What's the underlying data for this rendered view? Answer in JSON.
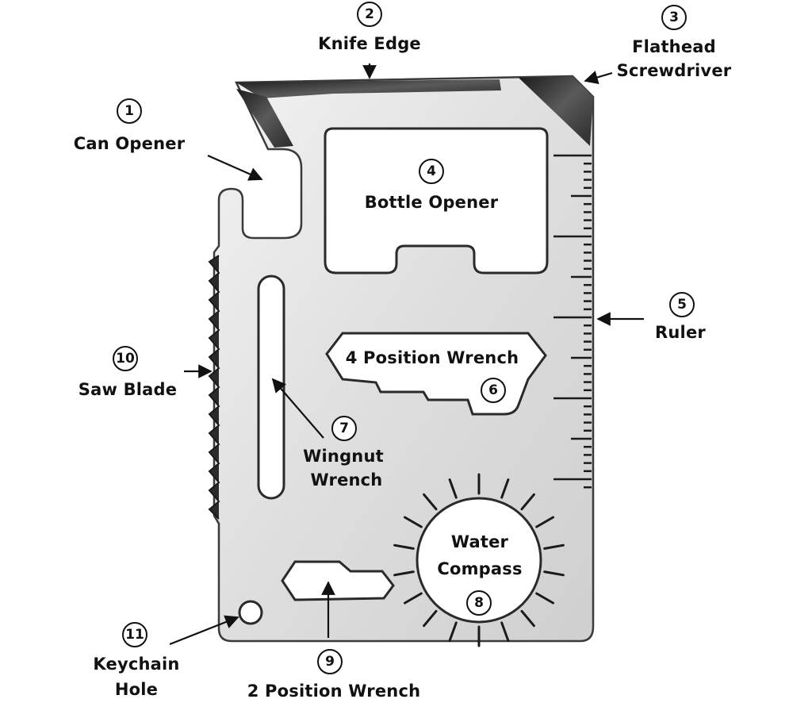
{
  "tools": [
    {
      "num": "1",
      "name": "Can Opener"
    },
    {
      "num": "2",
      "name": "Knife Edge"
    },
    {
      "num": "3",
      "name_line1": "Flathead",
      "name_line2": "Screwdriver"
    },
    {
      "num": "4",
      "name": "Bottle Opener"
    },
    {
      "num": "5",
      "name": "Ruler"
    },
    {
      "num": "6",
      "name": "4 Position Wrench"
    },
    {
      "num": "7",
      "name_line1": "Wingnut",
      "name_line2": "Wrench"
    },
    {
      "num": "8",
      "name_line1": "Water",
      "name_line2": "Compass"
    },
    {
      "num": "9",
      "name": "2 Position Wrench"
    },
    {
      "num": "10",
      "name": "Saw Blade"
    },
    {
      "num": "11",
      "name_line1": "Keychain",
      "name_line2": "Hole"
    }
  ],
  "colors": {
    "card_fill": "#e4e4e4",
    "card_edge": "#3a3a3a",
    "text": "#111111",
    "background": "#ffffff"
  }
}
